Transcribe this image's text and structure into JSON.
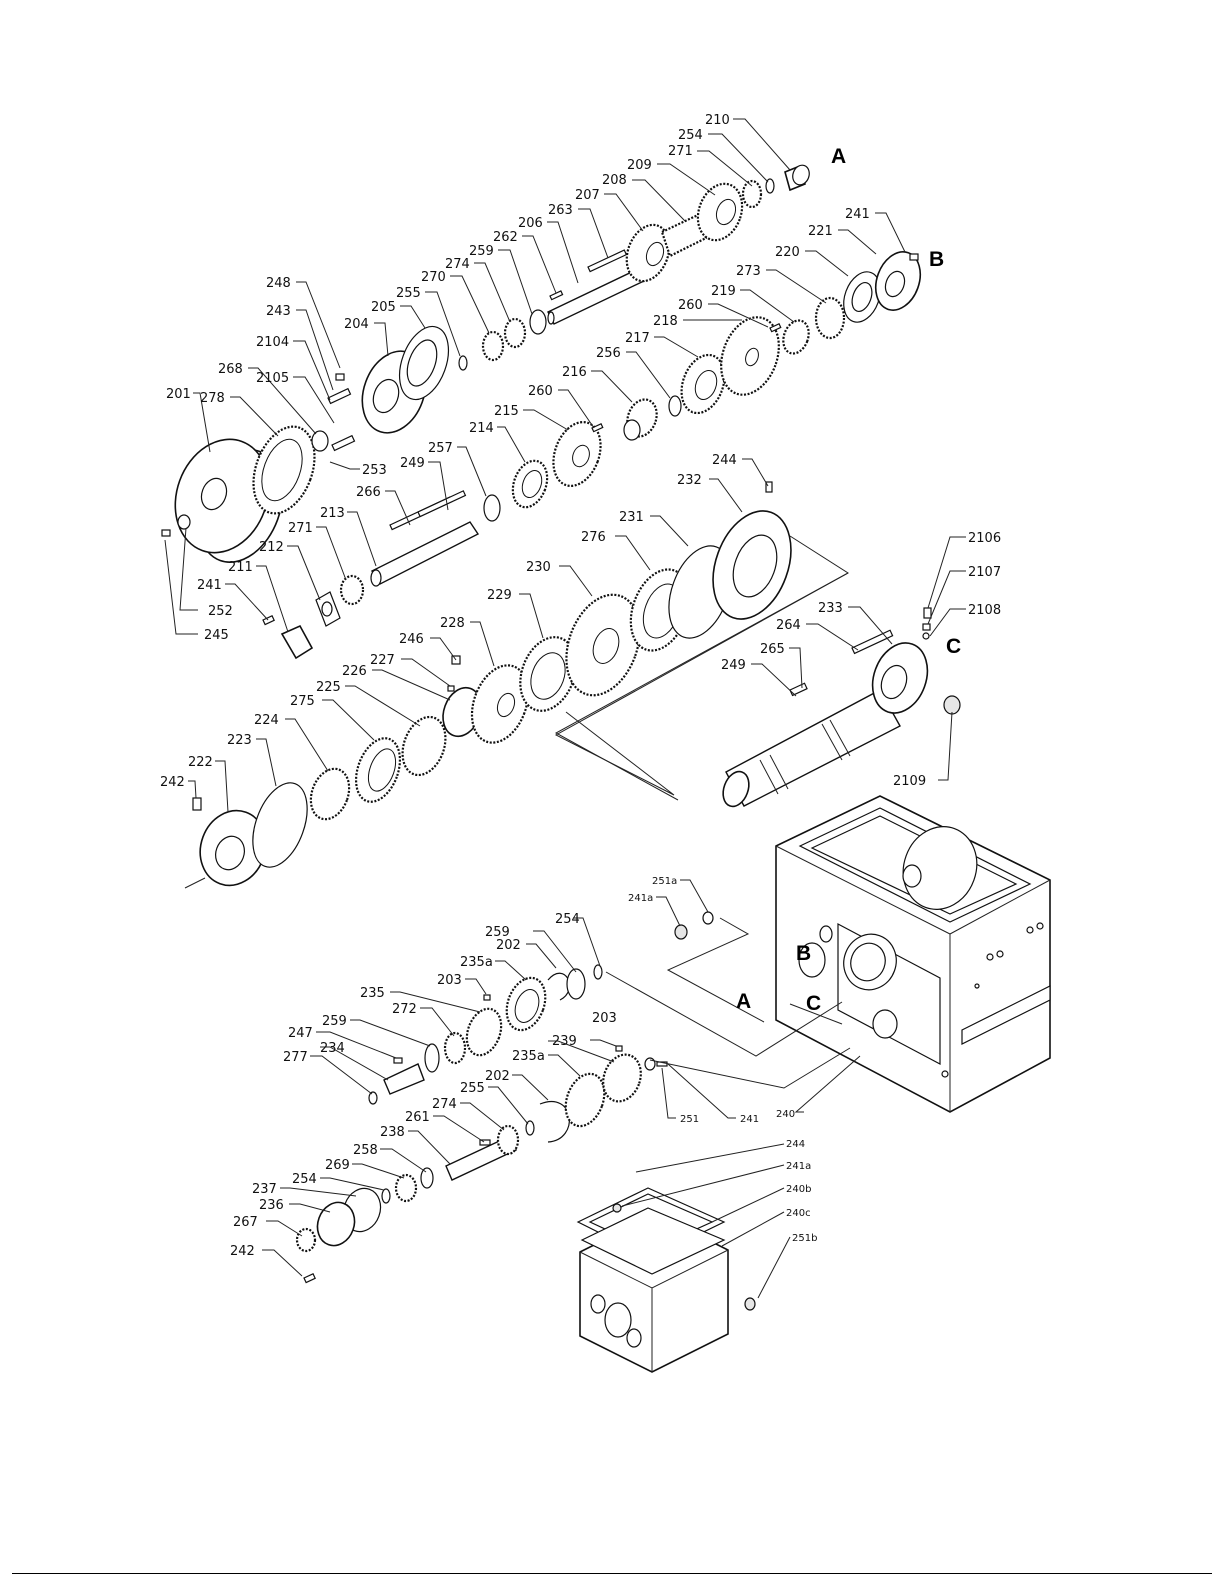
{
  "callouts": [
    {
      "id": "c210",
      "text": "210"
    },
    {
      "id": "c254a",
      "text": "254"
    },
    {
      "id": "c271a",
      "text": "271"
    },
    {
      "id": "c209",
      "text": "209"
    },
    {
      "id": "c208",
      "text": "208"
    },
    {
      "id": "c207",
      "text": "207"
    },
    {
      "id": "c263",
      "text": "263"
    },
    {
      "id": "c206",
      "text": "206"
    },
    {
      "id": "c262",
      "text": "262"
    },
    {
      "id": "c259a",
      "text": "259"
    },
    {
      "id": "c274a",
      "text": "274"
    },
    {
      "id": "c270",
      "text": "270"
    },
    {
      "id": "c255a",
      "text": "255"
    },
    {
      "id": "c205",
      "text": "205"
    },
    {
      "id": "c204",
      "text": "204"
    },
    {
      "id": "c248",
      "text": "248"
    },
    {
      "id": "c243",
      "text": "243"
    },
    {
      "id": "c2104",
      "text": "2104"
    },
    {
      "id": "c2105",
      "text": "2105"
    },
    {
      "id": "c268",
      "text": "268"
    },
    {
      "id": "c278",
      "text": "278"
    },
    {
      "id": "c201",
      "text": "201"
    },
    {
      "id": "c253",
      "text": "253"
    },
    {
      "id": "c241a",
      "text": "241"
    },
    {
      "id": "c221",
      "text": "221"
    },
    {
      "id": "c220",
      "text": "220"
    },
    {
      "id": "c273",
      "text": "273"
    },
    {
      "id": "c219",
      "text": "219"
    },
    {
      "id": "c260a",
      "text": "260"
    },
    {
      "id": "c218",
      "text": "218"
    },
    {
      "id": "c217",
      "text": "217"
    },
    {
      "id": "c256",
      "text": "256"
    },
    {
      "id": "c216",
      "text": "216"
    },
    {
      "id": "c260b",
      "text": "260"
    },
    {
      "id": "c215",
      "text": "215"
    },
    {
      "id": "c214",
      "text": "214"
    },
    {
      "id": "c257",
      "text": "257"
    },
    {
      "id": "c249a",
      "text": "249"
    },
    {
      "id": "c266",
      "text": "266"
    },
    {
      "id": "c213",
      "text": "213"
    },
    {
      "id": "c271b",
      "text": "271"
    },
    {
      "id": "c212",
      "text": "212"
    },
    {
      "id": "c211",
      "text": "211"
    },
    {
      "id": "c241b",
      "text": "241"
    },
    {
      "id": "c252",
      "text": "252"
    },
    {
      "id": "c245",
      "text": "245"
    },
    {
      "id": "c244a",
      "text": "244"
    },
    {
      "id": "c232",
      "text": "232"
    },
    {
      "id": "c231",
      "text": "231"
    },
    {
      "id": "c276",
      "text": "276"
    },
    {
      "id": "c230",
      "text": "230"
    },
    {
      "id": "c229",
      "text": "229"
    },
    {
      "id": "c228",
      "text": "228"
    },
    {
      "id": "c246",
      "text": "246"
    },
    {
      "id": "c227",
      "text": "227"
    },
    {
      "id": "c226",
      "text": "226"
    },
    {
      "id": "c225",
      "text": "225"
    },
    {
      "id": "c275",
      "text": "275"
    },
    {
      "id": "c224",
      "text": "224"
    },
    {
      "id": "c223",
      "text": "223"
    },
    {
      "id": "c222",
      "text": "222"
    },
    {
      "id": "c242a",
      "text": "242"
    },
    {
      "id": "c2106",
      "text": "2106"
    },
    {
      "id": "c2107",
      "text": "2107"
    },
    {
      "id": "c2108",
      "text": "2108"
    },
    {
      "id": "c233",
      "text": "233"
    },
    {
      "id": "c264",
      "text": "264"
    },
    {
      "id": "c265",
      "text": "265"
    },
    {
      "id": "c249b",
      "text": "249"
    },
    {
      "id": "c2109",
      "text": "2109"
    },
    {
      "id": "c251a",
      "text": "251a"
    },
    {
      "id": "c241ax",
      "text": "241a"
    },
    {
      "id": "c259b",
      "text": "259"
    },
    {
      "id": "c254b",
      "text": "254"
    },
    {
      "id": "c202a",
      "text": "202"
    },
    {
      "id": "c235a1",
      "text": "235a"
    },
    {
      "id": "c203a",
      "text": "203"
    },
    {
      "id": "c235",
      "text": "235"
    },
    {
      "id": "c272",
      "text": "272"
    },
    {
      "id": "c259c",
      "text": "259"
    },
    {
      "id": "c247",
      "text": "247"
    },
    {
      "id": "c234",
      "text": "234"
    },
    {
      "id": "c277",
      "text": "277"
    },
    {
      "id": "c203b",
      "text": "203"
    },
    {
      "id": "c239",
      "text": "239"
    },
    {
      "id": "c235a2",
      "text": "235a"
    },
    {
      "id": "c202b",
      "text": "202"
    },
    {
      "id": "c255b",
      "text": "255"
    },
    {
      "id": "c274b",
      "text": "274"
    },
    {
      "id": "c261",
      "text": "261"
    },
    {
      "id": "c238",
      "text": "238"
    },
    {
      "id": "c258",
      "text": "258"
    },
    {
      "id": "c269",
      "text": "269"
    },
    {
      "id": "c254c",
      "text": "254"
    },
    {
      "id": "c237",
      "text": "237"
    },
    {
      "id": "c236",
      "text": "236"
    },
    {
      "id": "c267",
      "text": "267"
    },
    {
      "id": "c242b",
      "text": "242"
    },
    {
      "id": "c251",
      "text": "251"
    },
    {
      "id": "c241c",
      "text": "241"
    },
    {
      "id": "c240",
      "text": "240"
    },
    {
      "id": "c244b",
      "text": "244"
    },
    {
      "id": "c241ay",
      "text": "241a"
    },
    {
      "id": "c240b",
      "text": "240b"
    },
    {
      "id": "c240c",
      "text": "240c"
    },
    {
      "id": "c251b",
      "text": "251b"
    }
  ],
  "markers": {
    "a1": "A",
    "b1": "B",
    "c1": "C",
    "a2": "A",
    "b2": "B",
    "c2": "C"
  }
}
